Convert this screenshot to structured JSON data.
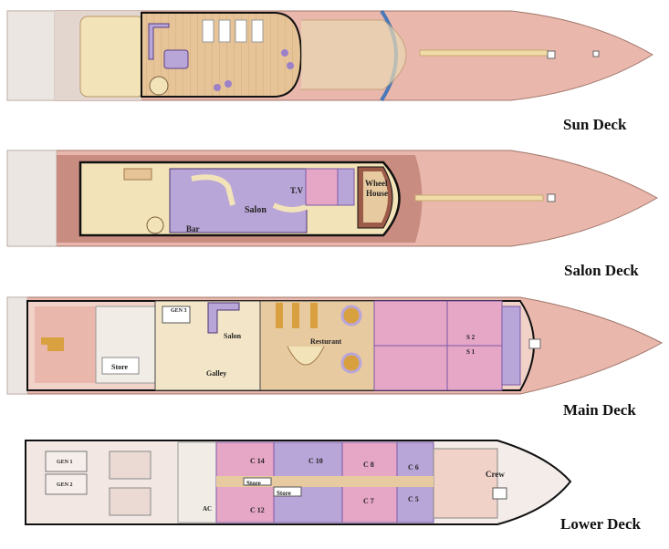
{
  "colors": {
    "hull": "#e9b7ac",
    "hull_dark": "#c98c80",
    "aft": "#ece6e2",
    "deck_wood": "#e8caa0",
    "cream": "#f3e3b8",
    "lilac": "#b9a6d8",
    "purple": "#7b5aa6",
    "pink": "#e6a6c6",
    "wine": "#9c5b48"
  },
  "decks": [
    {
      "title": "Sun Deck",
      "labels": []
    },
    {
      "title": "Salon Deck",
      "labels": {
        "tv": "T.V",
        "salon": "Salon",
        "bar": "Bar",
        "wheel_house_1": "Wheel",
        "wheel_house_2": "House"
      }
    },
    {
      "title": "Main Deck",
      "labels": {
        "salon": "Salon",
        "restaurant": "Resturant",
        "store": "Store",
        "galley": "Galley",
        "gen3": "GEN 3",
        "s2": "S 2",
        "s1": "S 1"
      }
    },
    {
      "title": "Lower Deck",
      "labels": {
        "gen1": "GEN 1",
        "gen2": "GEN 2",
        "ac": "AC",
        "store_a": "Store",
        "store_b": "Store",
        "c14": "C 14",
        "c12": "C 12",
        "c10": "C 10",
        "c8": "C 8",
        "c7": "C 7",
        "c6": "C 6",
        "c5": "C 5",
        "crew": "Crew"
      }
    }
  ]
}
